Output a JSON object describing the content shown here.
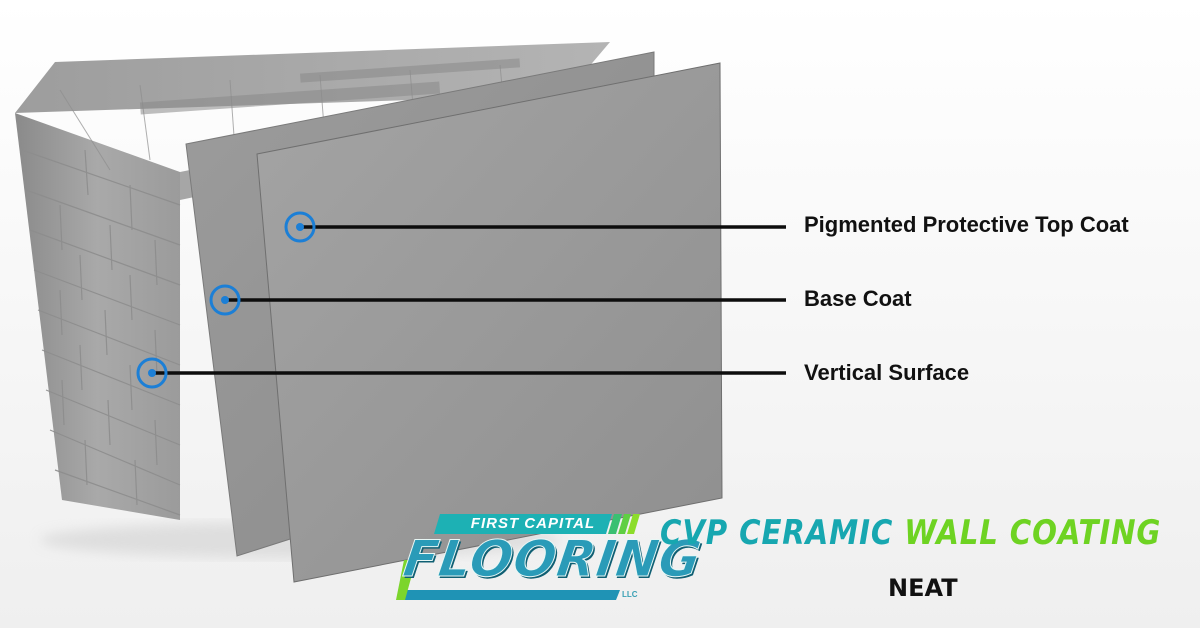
{
  "callouts": [
    {
      "label": "Pigmented Protective Top Coat"
    },
    {
      "label": "Base Coat"
    },
    {
      "label": "Vertical Surface"
    }
  ],
  "logo": {
    "line1": "FIRST CAPITAL",
    "line2": "FLOORING",
    "suffix": "LLC"
  },
  "title": {
    "part1": "CVP CERAMIC",
    "part2": "WALL COATING"
  },
  "subtitle": "NEAT",
  "colors": {
    "marker": "#1c7fd6",
    "teal": "#17a7b0",
    "green": "#6ed322",
    "panel": "#9a9a9a"
  }
}
